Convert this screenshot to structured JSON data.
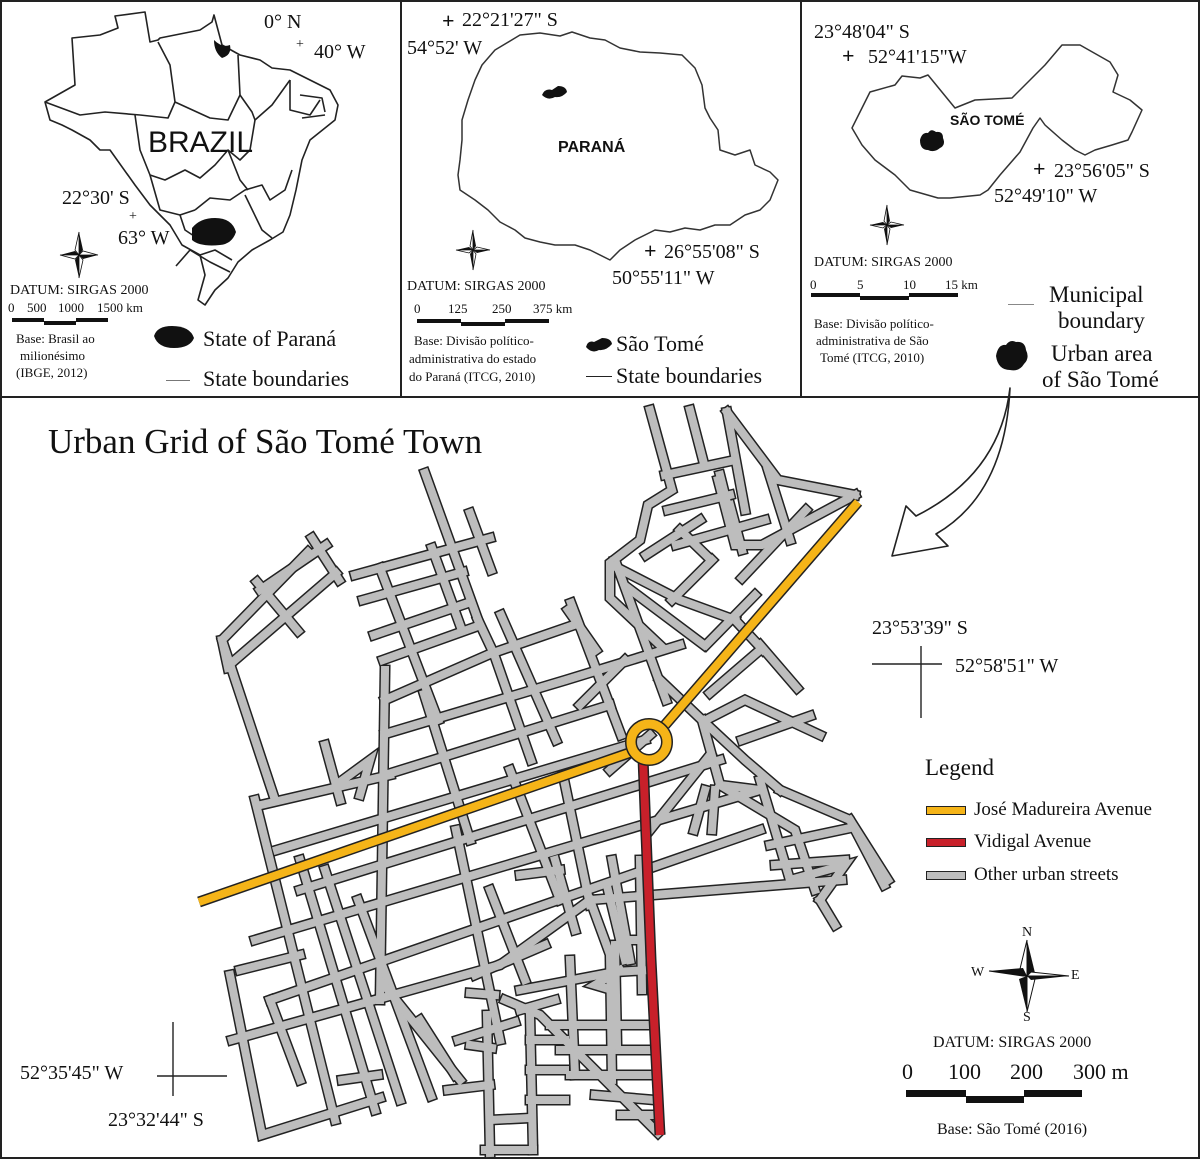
{
  "panels": {
    "brazil": {
      "label": "BRAZIL",
      "coord_ne_lat": "0° N",
      "coord_ne_lon": "40° W",
      "coord_sw_lat": "22°30' S",
      "coord_sw_lon": "63° W",
      "datum": "DATUM: SIRGAS 2000",
      "scale_ticks": [
        "0",
        "500",
        "1000",
        "1500 km"
      ],
      "base_lines": [
        "Base: Brasil ao",
        "milionésimo",
        "(IBGE, 2012)"
      ],
      "legend": [
        {
          "symbol": "filled-shape",
          "label": "State of Paraná"
        },
        {
          "symbol": "line",
          "label": "State boundaries"
        }
      ]
    },
    "parana": {
      "label": "PARANÁ",
      "coord_nw_lat": "22°21'27\" S",
      "coord_nw_lon": "54°52' W",
      "coord_se_lat": "26°55'08\" S",
      "coord_se_lon": "50°55'11\" W",
      "datum": "DATUM: SIRGAS 2000",
      "scale_ticks": [
        "0",
        "125",
        "250",
        "375 km"
      ],
      "base_lines": [
        "Base: Divisão político-",
        "administrativa do estado",
        "do Paraná (ITCG, 2010)"
      ],
      "legend": [
        {
          "symbol": "filled-shape",
          "label": "São Tomé"
        },
        {
          "symbol": "line",
          "label": "State boundaries"
        }
      ]
    },
    "sao_tome": {
      "label": "SÃO TOMÉ",
      "coord_nw_lat": "23°48'04\" S",
      "coord_nw_lon": "52°41'15\"W",
      "coord_se_lat": "23°56'05\" S",
      "coord_se_lon": "52°49'10\" W",
      "datum": "DATUM: SIRGAS 2000",
      "scale_ticks": [
        "0",
        "5",
        "10",
        "15 km"
      ],
      "base_lines": [
        "Base: Divisão político-",
        "administrativa de São",
        "Tomé (ITCG, 2010)"
      ],
      "legend": [
        {
          "symbol": "line",
          "label_lines": [
            "Municipal",
            "boundary"
          ]
        },
        {
          "symbol": "filled-shape",
          "label_lines": [
            "Urban area",
            "of São Tomé"
          ]
        }
      ]
    }
  },
  "main_map": {
    "title": "Urban Grid of São Tomé Town",
    "coord_ne_lat": "23°53'39\" S",
    "coord_ne_lon": "52°58'51\" W",
    "coord_sw_lon": "52°35'45\" W",
    "coord_sw_lat": "23°32'44\" S",
    "legend_title": "Legend",
    "legend": [
      {
        "label": "José Madureira Avenue",
        "color": "#F5B418"
      },
      {
        "label": "Vidigal Avenue",
        "color": "#C8202A"
      },
      {
        "label": "Other urban streets",
        "color": "#BDBDBD"
      }
    ],
    "compass": {
      "n": "N",
      "s": "S",
      "e": "E",
      "w": "W"
    },
    "datum": "DATUM: SIRGAS 2000",
    "scale_ticks": [
      "0",
      "100",
      "200",
      "300 m"
    ],
    "base": "Base: São Tomé (2016)"
  },
  "colors": {
    "jose_madureira": "#F5B418",
    "vidigal": "#C8202A",
    "streets": "#BDBDBD",
    "outline": "#222222"
  }
}
